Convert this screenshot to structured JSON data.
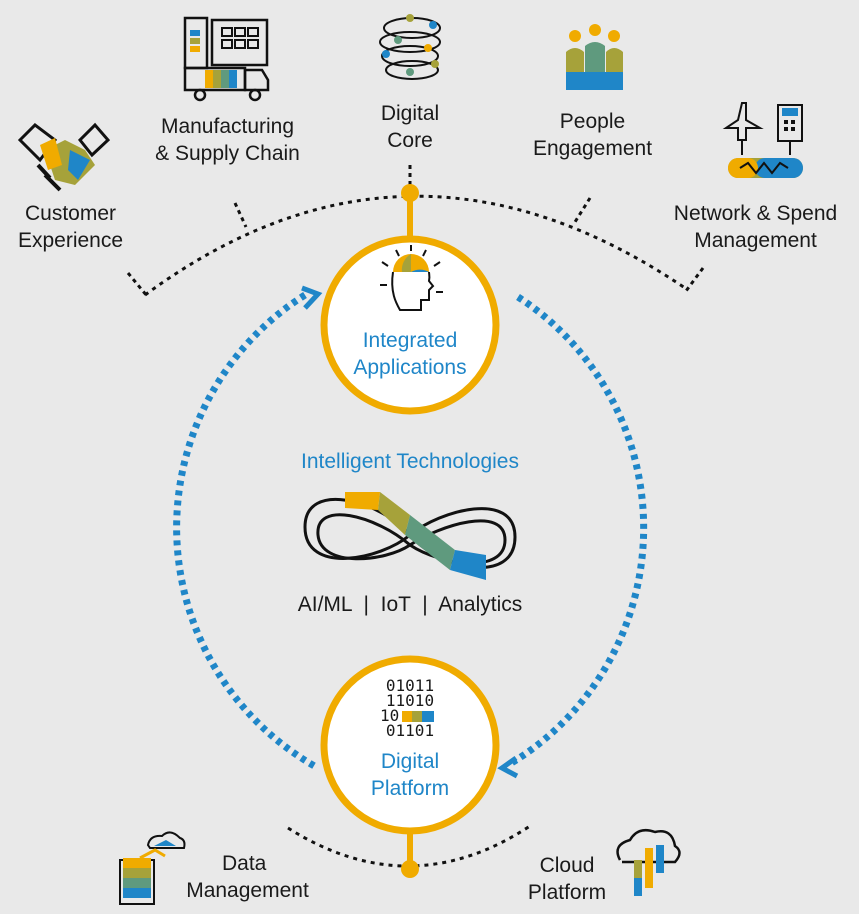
{
  "top_categories": [
    {
      "line1": "Customer",
      "line2": "Experience"
    },
    {
      "line1": "Manufacturing",
      "line2": "& Supply Chain"
    },
    {
      "line1": "Digital",
      "line2": "Core"
    },
    {
      "line1": "People",
      "line2": "Engagement"
    },
    {
      "line1": "Network & Spend",
      "line2": "Management"
    }
  ],
  "center_top": {
    "line1": "Integrated",
    "line2": "Applications"
  },
  "center": {
    "title": "Intelligent Technologies",
    "subtitle": "AI/ML  |  IoT  |  Analytics"
  },
  "center_bottom": {
    "line1": "Digital",
    "line2": "Platform",
    "binary": [
      "01011",
      "11010",
      "10",
      "01101"
    ]
  },
  "bottom_categories": [
    {
      "line1": "Data",
      "line2": "Management"
    },
    {
      "line1": "Cloud",
      "line2": "Platform"
    }
  ],
  "colors": {
    "accent_gold": "#f0ab00",
    "accent_blue": "#1f86c8",
    "olive": "#a6a23a",
    "green": "#5f9a7e",
    "text_dark": "#1a1a1a",
    "background": "#e9e9e9"
  }
}
